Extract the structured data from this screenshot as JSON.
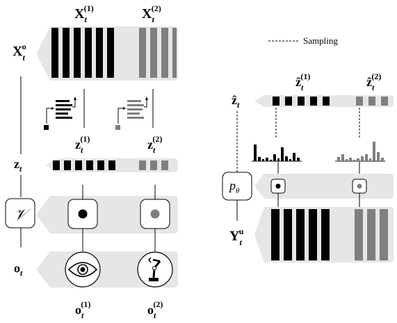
{
  "left_panel": {
    "labels": {
      "x_top_1": {
        "base": "X",
        "sub": "t",
        "sup": "(1)"
      },
      "x_top_2": {
        "base": "X",
        "sub": "t",
        "sup": "(2)"
      },
      "x_obs": {
        "base": "X",
        "sub": "t",
        "sup": "o"
      },
      "z_1": {
        "base": "z",
        "sub": "t",
        "sup": "(1)"
      },
      "z_2": {
        "base": "z",
        "sub": "t",
        "sup": "(2)"
      },
      "z": {
        "base": "z",
        "sub": "t"
      },
      "encoder": "𝒱",
      "o": {
        "base": "o",
        "sub": "t"
      },
      "o_1": {
        "base": "o",
        "sub": "t",
        "sup": "(1)"
      },
      "o_2": {
        "base": "o",
        "sub": "t",
        "sup": "(2)"
      }
    },
    "icons": [
      "eye-icon",
      "robot-arm-icon",
      "stack-arrow-icon"
    ]
  },
  "right_panel": {
    "legend": "Sampling",
    "labels": {
      "zhat": {
        "base": "ẑ",
        "sub": "t"
      },
      "zhat_1": {
        "base": "ẑ",
        "sub": "t",
        "sup": "(1)"
      },
      "zhat_2": {
        "base": "ẑ",
        "sub": "t",
        "sup": "(2)"
      },
      "p_theta": {
        "base": "p",
        "sub": "θ"
      },
      "y_unobs": {
        "base": "Y",
        "sub": "t",
        "sup": "u"
      }
    }
  },
  "colors": {
    "black": "#000000",
    "gray": "#7f7f7f",
    "panel": "#e6e6e6",
    "stroke": "#000000"
  }
}
